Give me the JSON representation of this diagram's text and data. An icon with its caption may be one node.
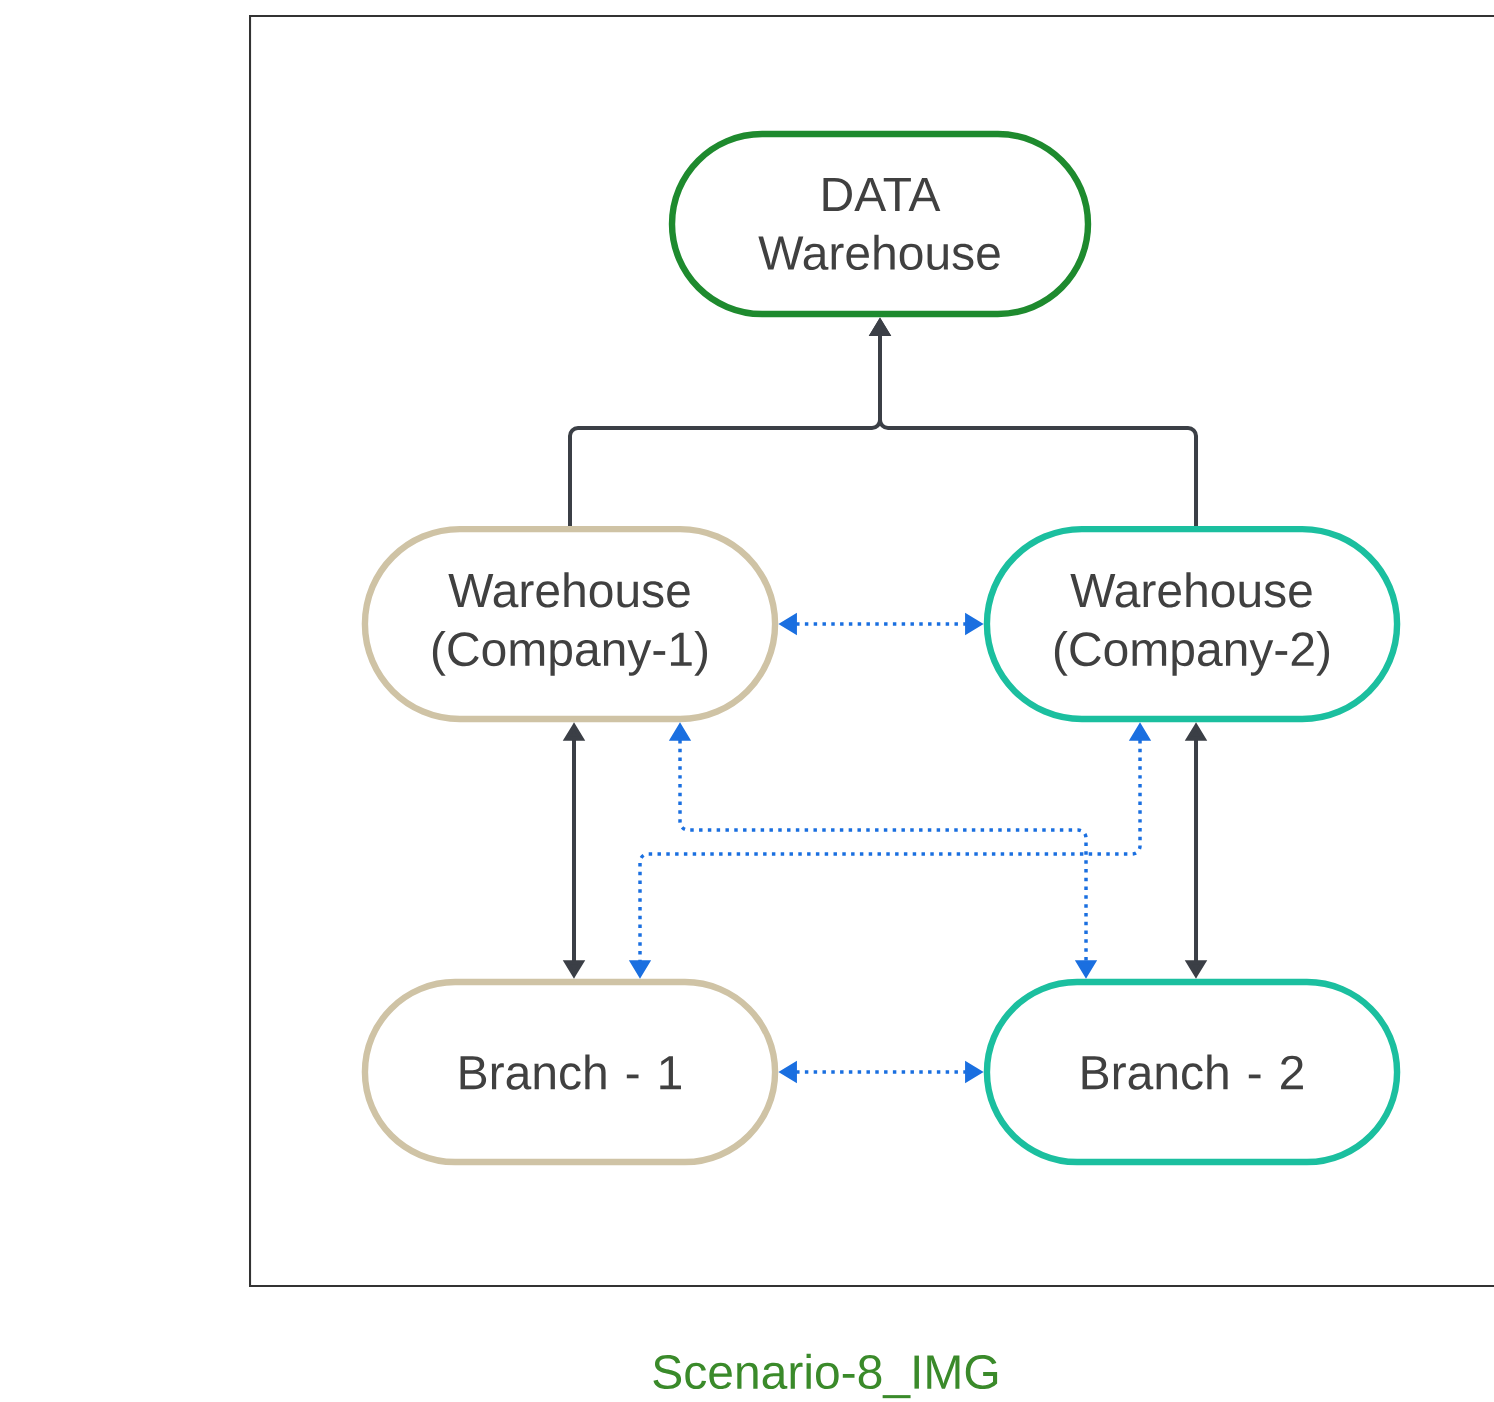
{
  "diagram": {
    "caption": "Scenario-8_IMG",
    "nodes": [
      {
        "text": [
          "DATA Warehouse"
        ]
      },
      {
        "text": [
          "Warehouse (Company-1)"
        ]
      },
      {
        "text": [
          "Warehouse (Company-2)"
        ]
      },
      {
        "text": [
          "Branch - 1"
        ]
      },
      {
        "text": [
          "Branch - 2"
        ]
      }
    ],
    "edges": [
      {
        "from": 1,
        "to": 0,
        "arrow": "to",
        "color": "#3b3f46"
      },
      {
        "from": 2,
        "to": 0,
        "arrow": "to",
        "color": "#3b3f46"
      },
      {
        "from": 1,
        "to": 2,
        "arrow": "both",
        "style": "dashed",
        "color": "#1a6fe0"
      },
      {
        "from": 1,
        "to": 3,
        "arrow": "both",
        "color": "#3b3f46"
      },
      {
        "from": 2,
        "to": 4,
        "arrow": "both",
        "color": "#3b3f46"
      },
      {
        "from": 1,
        "to": 4,
        "arrow": "both",
        "style": "dashed",
        "color": "#1a6fe0"
      },
      {
        "from": 2,
        "to": 3,
        "arrow": "both",
        "style": "dashed",
        "color": "#1a6fe0"
      },
      {
        "from": 3,
        "to": 4,
        "arrow": "both",
        "style": "dashed",
        "color": "#1a6fe0"
      }
    ]
  }
}
